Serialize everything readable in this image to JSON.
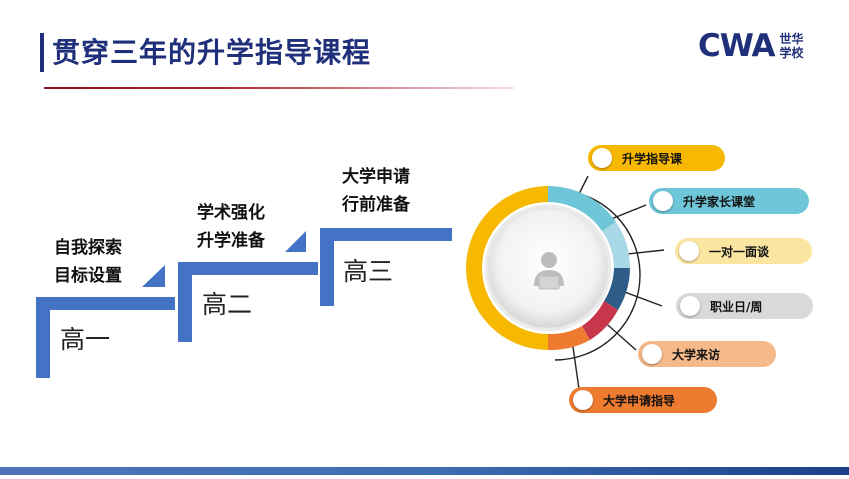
{
  "header": {
    "title": "贯穿三年的升学指导课程",
    "logo_text": "CWA",
    "logo_cn_line1": "世华",
    "logo_cn_line2": "学校"
  },
  "stairs": [
    {
      "label_line1": "自我探索",
      "label_line2": "目标设置",
      "grade": "高一"
    },
    {
      "label_line1": "学术强化",
      "label_line2": "升学准备",
      "grade": "高二"
    },
    {
      "label_line1": "大学申请",
      "label_line2": "行前准备",
      "grade": "高三"
    }
  ],
  "center_icon": "person-laptop-icon",
  "programs": [
    {
      "label": "升学指导课",
      "color": "#f6b800"
    },
    {
      "label": "升学家长课堂",
      "color": "#6ec6d8"
    },
    {
      "label": "一对一面谈",
      "color": "#fbe6a1"
    },
    {
      "label": "职业日/周",
      "color": "#d9d9d9"
    },
    {
      "label": "大学来访",
      "color": "#f5b98a"
    },
    {
      "label": "大学申请指导",
      "color": "#ee7b30"
    }
  ],
  "colors": {
    "brand": "#1f2f7a",
    "stair_blue": "#4472c4",
    "accent_red": "#b22a36"
  }
}
